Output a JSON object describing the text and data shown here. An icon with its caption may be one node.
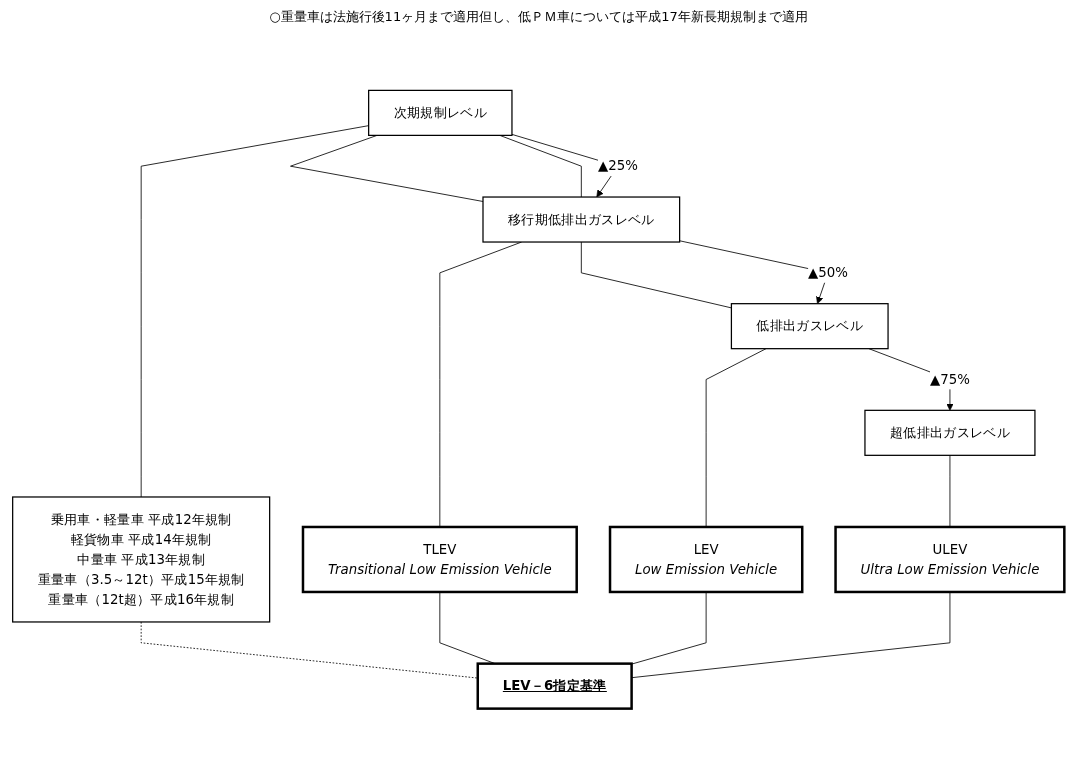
{
  "diagram": {
    "nodes": [
      {
        "text": [
          "次期規制レベル"
        ]
      },
      {
        "text": [
          "乗用車・軽量車 平成12年規制",
          "軽貨物車 平成14年規制",
          "中量車 平成13年規制",
          "重量車（3.5～12t）平成15年規制",
          "重量車（12t超）平成16年規制"
        ]
      },
      {
        "text": [
          "移行期低排出ガスレベル"
        ]
      },
      {
        "text": [
          "TLEV",
          "Transitional Low Emission Vehicle"
        ]
      },
      {
        "text": [
          "低排出ガスレベル"
        ]
      },
      {
        "text": [
          "LEV",
          "Low Emission Vehicle"
        ]
      },
      {
        "text": [
          "LEV－6指定基準"
        ]
      },
      {
        "text": [
          "超低排出ガスレベル"
        ]
      },
      {
        "text": [
          "ULEV",
          "Ultra Low Emission Vehicle"
        ]
      }
    ],
    "edges": [
      {
        "from": 0,
        "to": 1,
        "arrow": "none"
      },
      {
        "from": 1,
        "to": 6,
        "arrow": "none",
        "style": "dashed"
      },
      {
        "from": 0,
        "to": 2,
        "arrow": "none"
      },
      {
        "from": 0,
        "to": 2,
        "arrow": "none"
      },
      {
        "from": 0,
        "to": 2,
        "arrow": "to",
        "label": "▲25%"
      },
      {
        "from": 2,
        "to": 3,
        "arrow": "none"
      },
      {
        "from": 3,
        "to": 6,
        "arrow": "none"
      },
      {
        "from": 2,
        "to": 4,
        "arrow": "none"
      },
      {
        "from": 2,
        "to": 4,
        "arrow": "to",
        "label": "▲50%"
      },
      {
        "from": 4,
        "to": 5,
        "arrow": "none"
      },
      {
        "from": 5,
        "to": 6,
        "arrow": "none"
      },
      {
        "from": 4,
        "to": 7,
        "arrow": "to",
        "label": "▲75%"
      },
      {
        "from": 7,
        "to": 8,
        "arrow": "none"
      },
      {
        "from": 8,
        "to": 6,
        "arrow": "none"
      }
    ],
    "labels": [
      "○重量車は法施行後11ヶ月まで適用但し、低ＰＭ車については平成17年新長期規制まで適用"
    ]
  }
}
